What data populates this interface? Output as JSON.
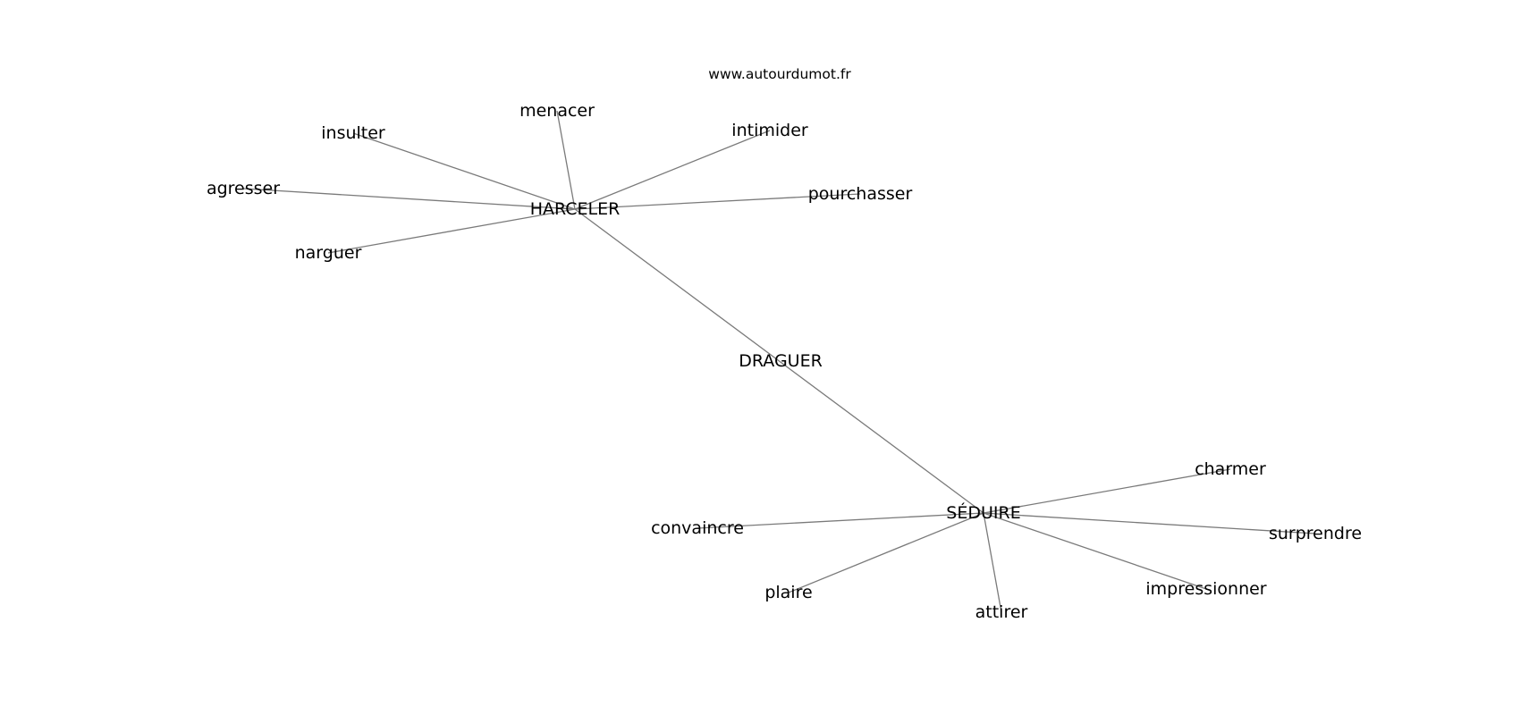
{
  "watermark": "www.autourdumot.fr",
  "graph": {
    "center": "DRAGUER",
    "hubs": [
      "HARCELER",
      "SÉDUIRE"
    ],
    "nodes": [
      {
        "id": "draguer",
        "label": "DRAGUER"
      },
      {
        "id": "harceler",
        "label": "HARCELER"
      },
      {
        "id": "seduire",
        "label": "SÉDUIRE"
      },
      {
        "id": "menacer",
        "label": "menacer"
      },
      {
        "id": "insulter",
        "label": "insulter"
      },
      {
        "id": "intimider",
        "label": "intimider"
      },
      {
        "id": "agresser",
        "label": "agresser"
      },
      {
        "id": "pourchasser",
        "label": "pourchasser"
      },
      {
        "id": "narguer",
        "label": "narguer"
      },
      {
        "id": "charmer",
        "label": "charmer"
      },
      {
        "id": "convaincre",
        "label": "convaincre"
      },
      {
        "id": "surprendre",
        "label": "surprendre"
      },
      {
        "id": "plaire",
        "label": "plaire"
      },
      {
        "id": "impressionner",
        "label": "impressionner"
      },
      {
        "id": "attirer",
        "label": "attirer"
      }
    ],
    "edges": [
      [
        "harceler",
        "seduire"
      ],
      [
        "harceler",
        "menacer"
      ],
      [
        "harceler",
        "insulter"
      ],
      [
        "harceler",
        "intimider"
      ],
      [
        "harceler",
        "agresser"
      ],
      [
        "harceler",
        "pourchasser"
      ],
      [
        "harceler",
        "narguer"
      ],
      [
        "seduire",
        "charmer"
      ],
      [
        "seduire",
        "convaincre"
      ],
      [
        "seduire",
        "surprendre"
      ],
      [
        "seduire",
        "plaire"
      ],
      [
        "seduire",
        "impressionner"
      ],
      [
        "seduire",
        "attirer"
      ]
    ]
  }
}
